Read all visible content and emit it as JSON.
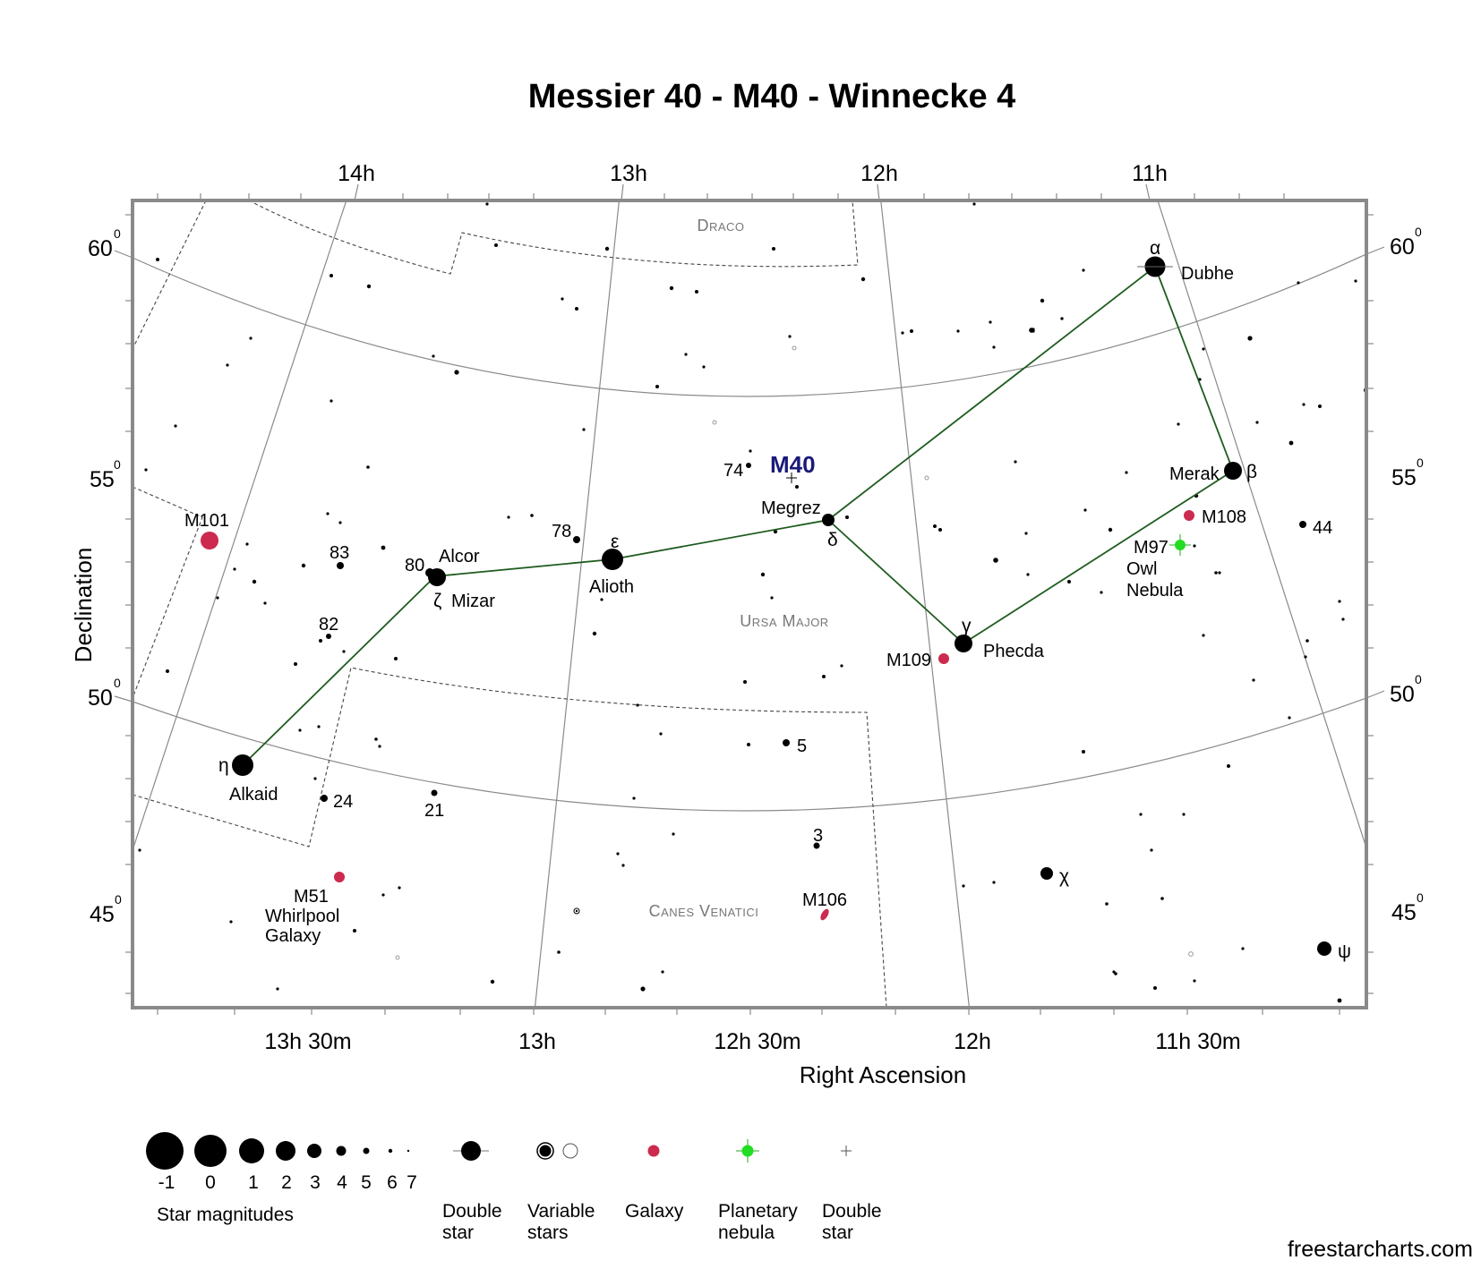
{
  "title": "Messier 40 - M40 - Winnecke 4",
  "axes": {
    "x_label": "Right Ascension",
    "y_label": "Declination",
    "ra_top": [
      "14h",
      "13h",
      "12h",
      "11h"
    ],
    "ra_bottom": [
      "13h 30m",
      "13h",
      "12h 30m",
      "12h",
      "11h 30m"
    ],
    "dec_left": [
      "60",
      "55",
      "50",
      "45"
    ],
    "dec_right": [
      "60",
      "55",
      "50",
      "45"
    ],
    "degree_symbol": "0"
  },
  "constellations": {
    "draco": "Draco",
    "ursa_major": "Ursa Major",
    "canes_venatici": "Canes Venatici"
  },
  "target": {
    "label": "M40"
  },
  "named_stars": {
    "dubhe": {
      "name": "Dubhe",
      "greek": "α"
    },
    "merak": {
      "name": "Merak",
      "greek": "β"
    },
    "phecda": {
      "name": "Phecda",
      "greek": "γ"
    },
    "megrez": {
      "name": "Megrez",
      "greek": "δ"
    },
    "alioth": {
      "name": "Alioth",
      "greek": "ε"
    },
    "mizar": {
      "name": "Mizar",
      "greek": "ζ"
    },
    "alcor": {
      "name": "Alcor"
    },
    "alkaid": {
      "name": "Alkaid",
      "greek": "η"
    },
    "chi": {
      "greek": "χ"
    },
    "psi": {
      "greek": "ψ"
    }
  },
  "numbered_stars": [
    "74",
    "78",
    "80",
    "83",
    "82",
    "24",
    "21",
    "5",
    "3",
    "44"
  ],
  "deep_sky": {
    "m101": "M101",
    "m108": "M108",
    "m97": [
      "M97",
      "Owl",
      "Nebula"
    ],
    "m109": "M109",
    "m51": [
      "M51",
      "Whirlpool",
      "Galaxy"
    ],
    "m106": "M106"
  },
  "legend": {
    "magnitudes": [
      "-1",
      "0",
      "1",
      "2",
      "3",
      "4",
      "5",
      "6",
      "7"
    ],
    "magnitudes_caption": "Star magnitudes",
    "double_star": [
      "Double",
      "star"
    ],
    "variable_stars": [
      "Variable",
      "stars"
    ],
    "galaxy": [
      "Galaxy"
    ],
    "planetary_nebula": [
      "Planetary",
      "nebula"
    ],
    "double_star_2": [
      "Double",
      "star"
    ]
  },
  "credit": "freestarcharts.com",
  "colors": {
    "asterism": "#1f5c1f",
    "galaxy": "#cc2a4e",
    "planetary_nebula": "#22dd22",
    "frame": "#8a8a8a",
    "grid": "#8a8a8a",
    "target_label": "#1a1a7a"
  }
}
